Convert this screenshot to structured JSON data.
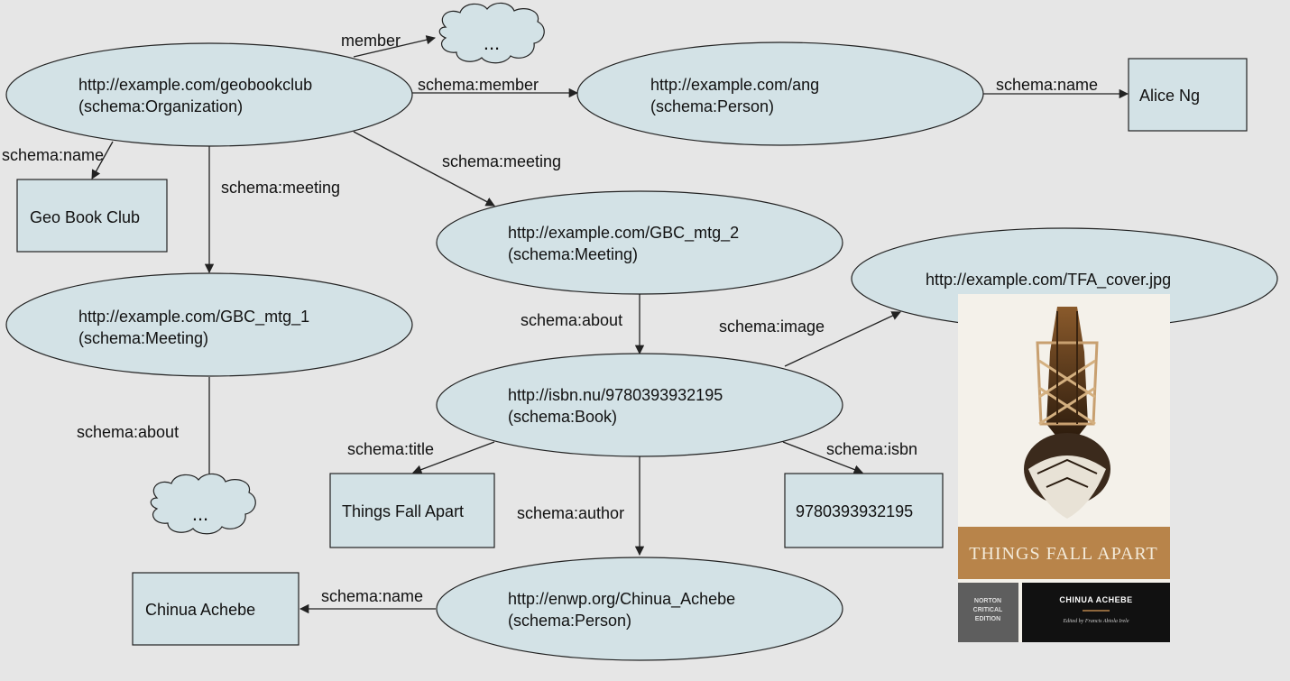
{
  "nodes": {
    "geobookclub": {
      "line1": "http://example.com/geobookclub",
      "line2": "(schema:Organization)"
    },
    "ang": {
      "line1": "http://example.com/ang",
      "line2": "(schema:Person)"
    },
    "alice": {
      "label": "Alice Ng"
    },
    "geo_book_club": {
      "label": "Geo Book Club"
    },
    "mtg2": {
      "line1": "http://example.com/GBC_mtg_2",
      "line2": "(schema:Meeting)"
    },
    "mtg1": {
      "line1": "http://example.com/GBC_mtg_1",
      "line2": "(schema:Meeting)"
    },
    "cover": {
      "line1": "http://example.com/TFA_cover.jpg"
    },
    "book": {
      "line1": "http://isbn.nu/9780393932195",
      "line2": "(schema:Book)"
    },
    "title": {
      "label": "Things Fall Apart"
    },
    "isbn": {
      "label": "9780393932195"
    },
    "achebe": {
      "line1": "http://enwp.org/Chinua_Achebe",
      "line2": "(schema:Person)"
    },
    "achebe_name": {
      "label": "Chinua Achebe"
    },
    "cloud_top": {
      "label": "..."
    },
    "cloud_bottom": {
      "label": "..."
    }
  },
  "edges": {
    "member": "member",
    "schema_member": "schema:member",
    "schema_name_alice": "schema:name",
    "schema_name_org": "schema:name",
    "schema_meeting_1": "schema:meeting",
    "schema_meeting_2": "schema:meeting",
    "schema_about_2": "schema:about",
    "schema_about_1": "schema:about",
    "schema_image": "schema:image",
    "schema_title": "schema:title",
    "schema_isbn": "schema:isbn",
    "schema_author": "schema:author",
    "schema_name_achebe": "schema:name"
  },
  "cover_image": {
    "title": "THINGS FALL APART",
    "author": "CHINUA ACHEBE",
    "series_line1": "NORTON",
    "series_line2": "CRITICAL",
    "series_line3": "EDITION",
    "editor": "Edited by Francis Abiola Irele"
  },
  "colors": {
    "background": "#e6e6e6",
    "node_fill": "#d3e2e6",
    "cover_band": "#b8844a",
    "cover_dark": "#111111"
  }
}
